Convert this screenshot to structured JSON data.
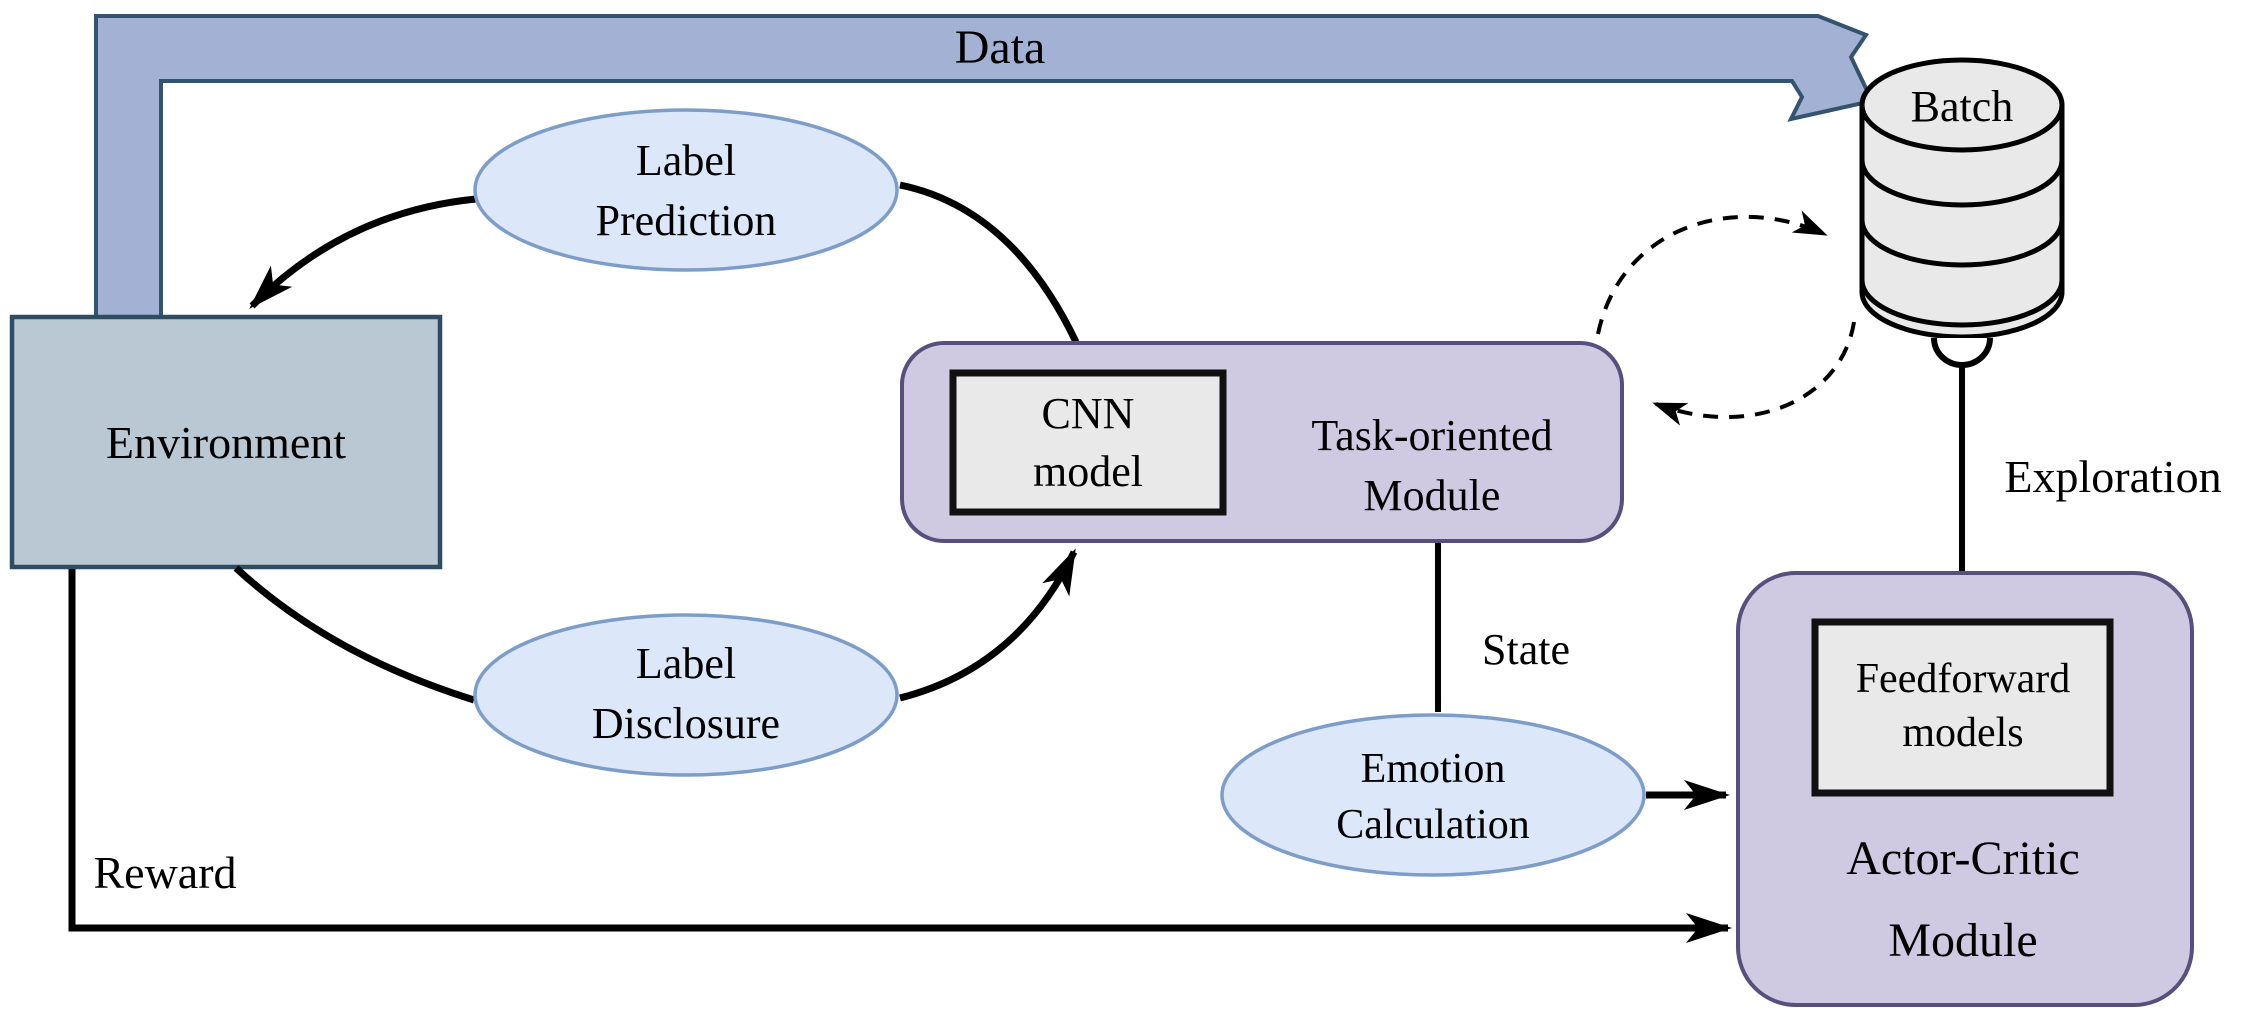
{
  "diagram": {
    "title_hint": "Reinforcement learning architecture diagram",
    "nodes": {
      "environment": {
        "label": "Environment"
      },
      "label_prediction": {
        "line1": "Label",
        "line2": "Prediction"
      },
      "label_disclosure": {
        "line1": "Label",
        "line2": "Disclosure"
      },
      "emotion_calculation": {
        "line1": "Emotion",
        "line2": "Calculation"
      },
      "task_module": {
        "line1": "Task-oriented",
        "line2": "Module",
        "inner_line1": "CNN",
        "inner_line2": "model"
      },
      "actor_critic": {
        "line1": "Actor-Critic",
        "line2": "Module",
        "inner_line1": "Feedforward",
        "inner_line2": "models"
      },
      "batch": {
        "label": "Batch"
      }
    },
    "edge_labels": {
      "data": "Data",
      "reward": "Reward",
      "state": "State",
      "exploration": "Exploration"
    },
    "colors": {
      "data_band_fill": "#a3b2d4",
      "data_band_stroke": "#33536e",
      "environment_fill": "#b9c8d3",
      "environment_stroke": "#2e4d63",
      "ellipse_fill": "#dce8f9",
      "ellipse_stroke": "#7d9dc9",
      "module_fill": "#cfc9e2",
      "module_stroke": "#57507c",
      "inner_box_fill": "#e9e9e9",
      "cylinder_fill": "#e9e9e9",
      "line_color": "#000000"
    }
  }
}
